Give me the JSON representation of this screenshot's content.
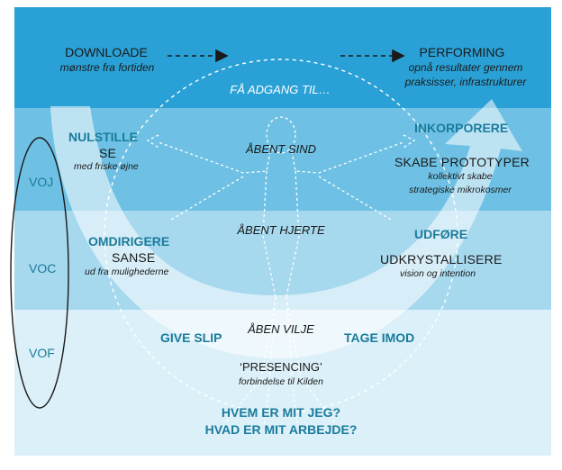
{
  "top": {
    "left_title": "DOWNLOADE",
    "left_sub": "mønstre fra fortiden",
    "right_title": "PERFORMING",
    "right_sub_1": "opnå resultater gennem",
    "right_sub_2": "praksisser, infrastrukturer",
    "access": "FÅ ADGANG TIL…"
  },
  "left": {
    "nulstille": "NULSTILLE",
    "se": "SE",
    "se_sub": "med friske øjne",
    "omdirigere": "OMDIRIGERE",
    "sanse": "SANSE",
    "sanse_sub": "ud fra mulighederne",
    "give_slip": "GIVE SLIP"
  },
  "right": {
    "inkorporere": "INKORPORERE",
    "skabe": "SKABE PROTOTYPER",
    "skabe_sub_1": "kollektivt skabe",
    "skabe_sub_2": "strategiske mikrokosmer",
    "udfore": "UDFØRE",
    "udkrystallisere": "UDKRYSTALLISERE",
    "udk_sub": "vision og intention",
    "tage_imod": "TAGE IMOD"
  },
  "center": {
    "sind": "ÅBENT SIND",
    "hjerte": "ÅBENT HJERTE",
    "vilje": "ÅBEN VILJE",
    "presencing": "‘PRESENCING’",
    "presencing_sub": "forbindelse til Kilden",
    "q1": "HVEM ER MIT JEG?",
    "q2": "HVAD ER MIT ARBEJDE?"
  },
  "levels": [
    "VOJ",
    "VOC",
    "VOF"
  ],
  "colors": {
    "band_top": "#2aa1d6",
    "band_2": "#6ec1e4",
    "band_3": "#a6d8ee",
    "band_bottom": "#dcf0f9",
    "accent_teal": "#1a7c9c"
  }
}
